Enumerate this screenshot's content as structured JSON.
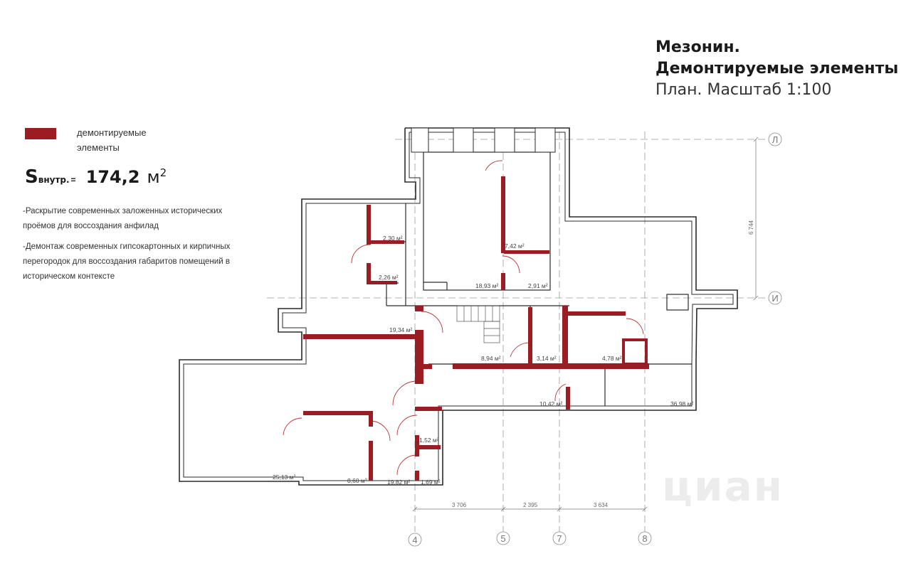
{
  "header": {
    "title_line1": "Мезонин.",
    "title_line2": "Демонтируемые элементы",
    "subtitle": "План. Масштаб 1:100"
  },
  "legend": {
    "swatch_color": "#9b1c22",
    "label": "демонтируемые элементы"
  },
  "area": {
    "s": "S",
    "sub": "внутр.",
    "eq": "=",
    "value": "174,2",
    "unit": "м",
    "unit_sup": "2"
  },
  "notes": [
    "-Раскрытие современных заложенных исторических проёмов для воссоздания анфилад",
    "-Демонтаж современных гипсокартонных и кирпичных перегородок для воссоздания габаритов помещений в историческом контексте"
  ],
  "rooms": [
    "2,30 м²",
    "2,26 м²",
    "7,42 м²",
    "18,93 м²",
    "2,91 м²",
    "19,34 м²",
    "8,94 м²",
    "3,14 м²",
    "4,78 м²",
    "10,42 м²",
    "36,98 м²",
    "1,52 м²",
    "25,13 м²",
    "8,60 м²",
    "19,82 м²",
    "1,69 м²"
  ],
  "dimensions": {
    "horizontal": [
      "3 706",
      "2 395",
      "3 634"
    ],
    "vertical": "6 744"
  },
  "axes": {
    "vertical_grid": [
      "4",
      "5",
      "7",
      "8"
    ],
    "horizontal_grid": [
      "Л",
      "И"
    ]
  },
  "watermark": "циан",
  "colors": {
    "demolished": "#9b1c22",
    "wall": "#2a2a2a",
    "grid": "#9a9a9a"
  }
}
